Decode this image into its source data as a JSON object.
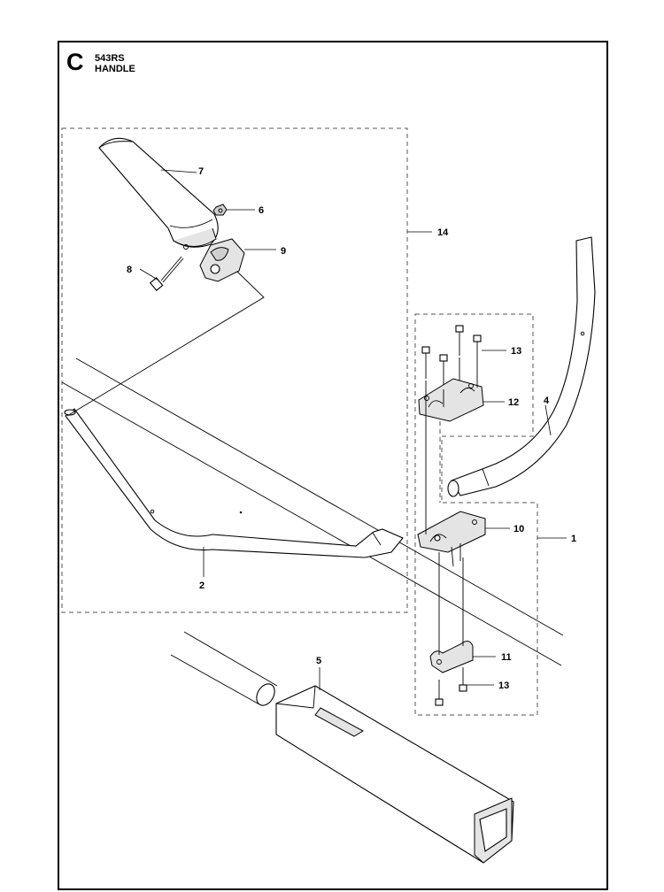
{
  "header": {
    "section_letter": "C",
    "model": "543RS",
    "title": "HANDLE"
  },
  "callouts": [
    {
      "id": "callout-7",
      "label": "7"
    },
    {
      "id": "callout-6",
      "label": "6"
    },
    {
      "id": "callout-14",
      "label": "14"
    },
    {
      "id": "callout-9",
      "label": "9"
    },
    {
      "id": "callout-8",
      "label": "8"
    },
    {
      "id": "callout-13a",
      "label": "13"
    },
    {
      "id": "callout-12",
      "label": "12"
    },
    {
      "id": "callout-4",
      "label": "4"
    },
    {
      "id": "callout-10",
      "label": "10"
    },
    {
      "id": "callout-1",
      "label": "1"
    },
    {
      "id": "callout-2",
      "label": "2"
    },
    {
      "id": "callout-11",
      "label": "11"
    },
    {
      "id": "callout-5",
      "label": "5"
    },
    {
      "id": "callout-13b",
      "label": "13"
    }
  ]
}
